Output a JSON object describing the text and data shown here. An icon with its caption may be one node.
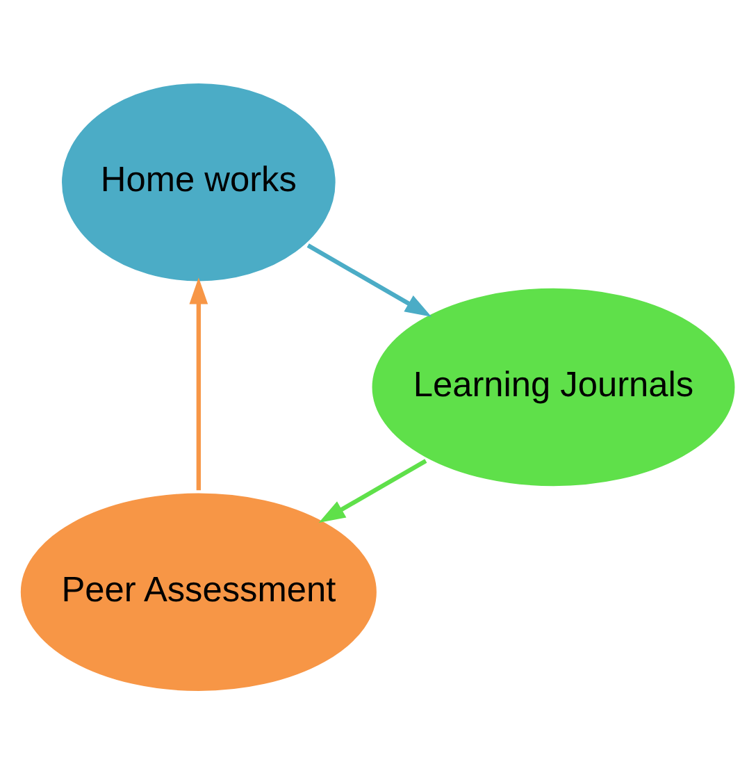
{
  "diagram": {
    "nodes": [
      {
        "text": [
          "Peer Assessment"
        ]
      },
      {
        "text": [
          "Home works"
        ]
      },
      {
        "text": [
          "Learning Journals"
        ]
      }
    ],
    "edges": [
      {
        "from": 0,
        "to": 1,
        "arrow": "to",
        "color": "#f79646"
      },
      {
        "from": 1,
        "to": 2,
        "arrow": "to",
        "color": "#4bacc6"
      },
      {
        "from": 2,
        "to": 0,
        "arrow": "to",
        "color": "#5fe04a"
      }
    ]
  }
}
